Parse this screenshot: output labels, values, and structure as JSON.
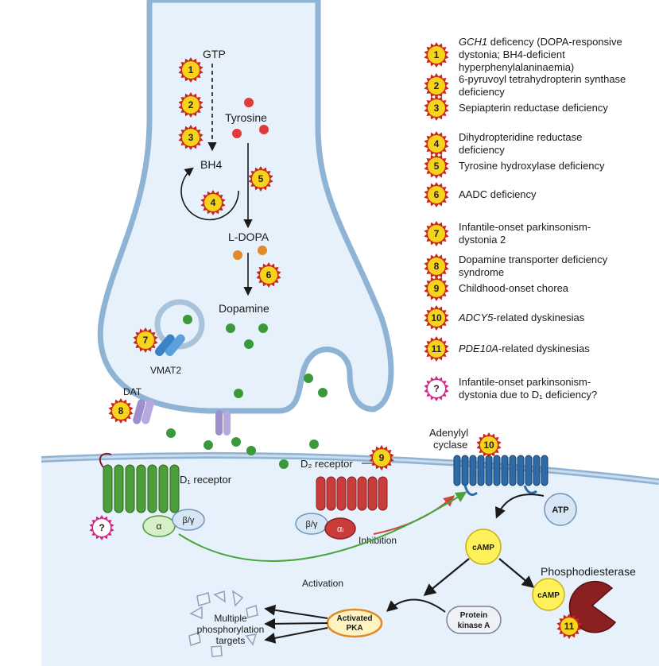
{
  "colors": {
    "membrane": "#8fb3d4",
    "cytoplasm": "#e6f1fb",
    "dopamine_dot": "#3a9a3a",
    "tyrosine_dot": "#e03a3a",
    "ldopa_dot": "#e08a2a",
    "badge_star": "#c8281e",
    "badge_fill": "#f7d31c",
    "d1_receptor": "#4c9e3a",
    "d2_receptor": "#c83c3c",
    "adenylyl_cyclase": "#2d6aa8",
    "pde": "#8a2020",
    "activation_arrow": "#4aa43a",
    "inhibition_arrow": "#c84a3a"
  },
  "presynaptic": {
    "gtp": "GTP",
    "bh4": "BH4",
    "tyrosine": "Tyrosine",
    "ldopa": "L-DOPA",
    "dopamine": "Dopamine",
    "vmat2": "VMAT2",
    "dat": "DAT"
  },
  "postsynaptic": {
    "d1_receptor": "D₁ receptor",
    "d2_receptor": "D₂ receptor",
    "alpha": "α",
    "beta_gamma": "β/γ",
    "alpha_i": "αᵢ",
    "adenylyl": "Adenylyl",
    "cyclase": "cyclase",
    "atp": "ATP",
    "camp": "cAMP",
    "phosphodiesterase": "Phosphodiesterase",
    "inhibition": "Inhibition",
    "activation": "Activation",
    "protein_kinase_a_1": "Protein",
    "protein_kinase_a_2": "kinase A",
    "activated_pka_1": "Activated",
    "activated_pka_2": "PKA",
    "targets_1": "Multiple",
    "targets_2": "phosphorylation",
    "targets_3": "targets"
  },
  "badges": {
    "b1": "1",
    "b2": "2",
    "b3": "3",
    "b4": "4",
    "b5": "5",
    "b6": "6",
    "b7": "7",
    "b8": "8",
    "b9": "9",
    "b10": "10",
    "b11": "11",
    "bq": "?"
  },
  "legend": [
    {
      "badge": "1",
      "lines": [
        [
          "GCH1",
          " deficency (DOPA-responsive"
        ],
        [
          "",
          "dystonia; BH4-deficient"
        ],
        [
          "",
          "hyperphenylalaninaemia)"
        ]
      ]
    },
    {
      "badge": "2",
      "lines": [
        [
          "",
          "6-pyruvoyl tetrahydropterin synthase"
        ],
        [
          "",
          "deficiency"
        ]
      ]
    },
    {
      "badge": "3",
      "lines": [
        [
          "",
          "Sepiapterin reductase deficiency"
        ]
      ]
    },
    {
      "badge": "4",
      "lines": [
        [
          "",
          "Dihydropteridine reductase"
        ],
        [
          "",
          "deficiency"
        ]
      ]
    },
    {
      "badge": "5",
      "lines": [
        [
          "",
          "Tyrosine hydroxylase deficiency"
        ]
      ]
    },
    {
      "badge": "6",
      "lines": [
        [
          "",
          "AADC deficiency"
        ]
      ]
    },
    {
      "badge": "7",
      "lines": [
        [
          "",
          "Infantile-onset parkinsonism-"
        ],
        [
          "",
          "dystonia 2"
        ]
      ]
    },
    {
      "badge": "8",
      "lines": [
        [
          "",
          "Dopamine transporter deficiency"
        ],
        [
          "",
          "syndrome"
        ]
      ]
    },
    {
      "badge": "9",
      "lines": [
        [
          "",
          "Childhood-onset chorea"
        ]
      ]
    },
    {
      "badge": "10",
      "lines": [
        [
          "ADCY5",
          "-related dyskinesias"
        ]
      ]
    },
    {
      "badge": "11",
      "lines": [
        [
          "PDE10A",
          "-related dyskinesias"
        ]
      ]
    },
    {
      "badge": "?",
      "lines": [
        [
          "",
          "Infantile-onset parkinsonism-"
        ],
        [
          "",
          "dystonia due to D₁ deficiency?"
        ]
      ]
    }
  ]
}
